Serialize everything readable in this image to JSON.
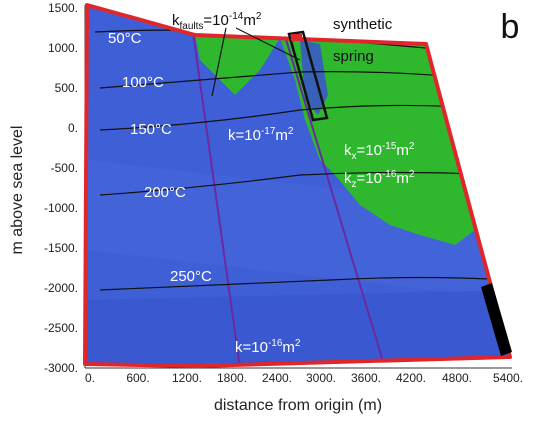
{
  "panel_label": "b",
  "axes": {
    "x_label": "distance from origin (m)",
    "y_label": "m above sea level",
    "x_ticks": [
      "0.",
      "600.",
      "1200.",
      "1800.",
      "2400.",
      "3000.",
      "3600.",
      "4200.",
      "4800.",
      "5400."
    ],
    "y_ticks": [
      "1500.",
      "1000.",
      "500.",
      "0.",
      "-500.",
      "-1000.",
      "-1500.",
      "-2000.",
      "-2500.",
      "-3000."
    ]
  },
  "isotherms": [
    "50°C",
    "100°C",
    "150°C",
    "200°C",
    "250°C"
  ],
  "annotations": {
    "k_faults": {
      "base": "k",
      "sub": "faults",
      "eq": "=10",
      "exp": "-14",
      "unit": "m",
      "unit_exp": "2"
    },
    "k_mid": {
      "base": "k=10",
      "exp": "-17",
      "unit": "m",
      "unit_exp": "2"
    },
    "k_x": {
      "base": "k",
      "sub": "x",
      "eq": "=10",
      "exp": "-15",
      "unit": "m",
      "unit_exp": "2"
    },
    "k_z": {
      "base": "k",
      "sub": "z",
      "eq": "=10",
      "exp": "-16",
      "unit": "m",
      "unit_exp": "2"
    },
    "k_bottom": {
      "base": "k=10",
      "exp": "-16",
      "unit": "m",
      "unit_exp": "2"
    },
    "spring_line1": "synthetic",
    "spring_line2": "spring"
  },
  "colors": {
    "outline": "#e0262b",
    "basement": "#3f5fd6",
    "green": "#2fb82e",
    "fault": "#6a2aa0"
  }
}
